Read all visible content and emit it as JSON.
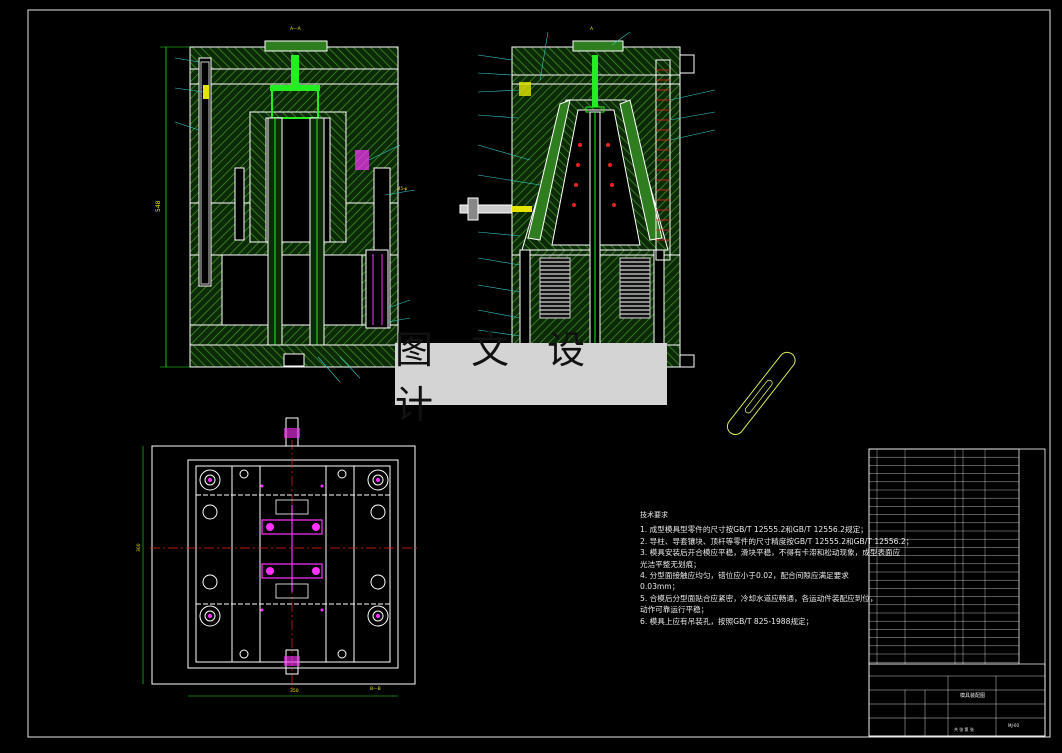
{
  "watermark": "图 文 设 计",
  "tech_notes": {
    "title": "技术要求",
    "items": [
      "1. 成型模具型零件的尺寸按GB/T 12555.2和GB/T 12556.2规定；",
      "2. 导柱、导套镶块、顶杆等零件的尺寸精度按GB/T 12555.2和GB/T 12556.2；",
      "3. 模具安装后开合模应平稳，滑块平稳，不得有卡滞和松动现象，成型表面应",
      "   光洁平整无划痕；",
      "4. 分型面接触应均匀，错位应小于0.02，配合间隙应满足要求",
      "   0.03mm；",
      "5. 合模后分型面贴合应紧密，冷却水道应畅通，各运动件装配应到位，",
      "   动作可靠运行平稳；",
      "6. 模具上应有吊装孔，按照GB/T 825-1988规定；"
    ]
  },
  "dims": {
    "height_main": "548",
    "width_plan": "350",
    "height_plan": "300",
    "note_tag": "45-φ",
    "section_tag_a": "A—A",
    "section_tag_b": "A",
    "view_tag": "B—B"
  },
  "title_block": {
    "drawing_title": "模具装配图",
    "scale_text": "共 张 第 张",
    "drawing_no": "MJ-00"
  },
  "colors": {
    "outline": "#ffffff",
    "hatch": "#2e7d1e",
    "green_line": "#22ee22",
    "yellow": "#e5e500",
    "magenta": "#ff33ff",
    "red": "#ee2222",
    "cyan": "#33cccc"
  }
}
